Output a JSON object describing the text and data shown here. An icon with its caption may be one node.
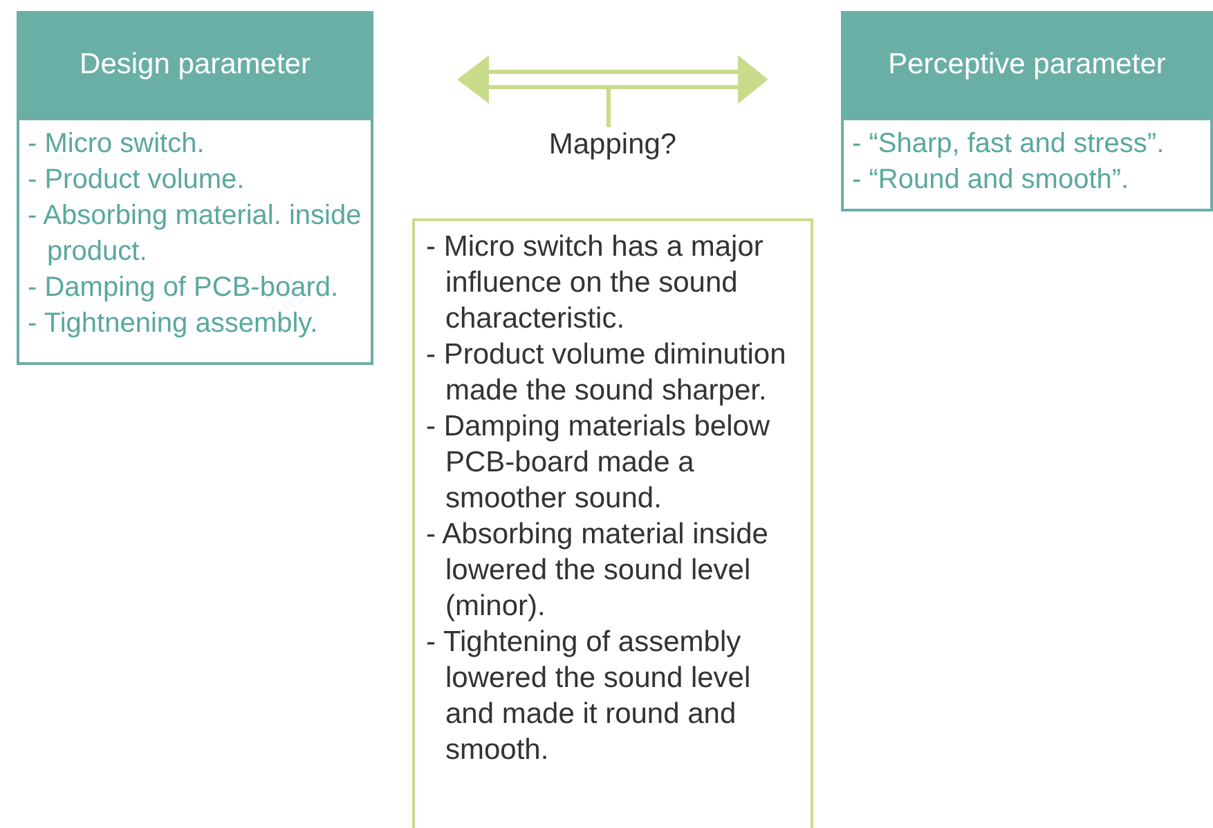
{
  "diagram": {
    "nodes": [
      {
        "text": [
          "Design parameter"
        ]
      },
      {
        "text": [
          "- Micro switch.",
          "- Product volume.",
          "- Absorbing material. inside product.",
          "- Damping of PCB-board.",
          "- Tightnening assembly."
        ]
      },
      {
        "text": [
          "Perceptive parameter"
        ]
      },
      {
        "text": [
          "- “Sharp, fast and stress”.",
          "- “Round and smooth”."
        ]
      },
      {
        "text": [
          "Mapping?",
          "- Micro switch has a major influence on the sound characteristic.",
          "- Product volume diminution made the sound sharper.",
          "- Damping materials below PCB-board made a smoother sound.",
          "- Absorbing material inside lowered the sound level (minor).",
          "- Tightening of assembly lowered the sound level and made it round and smooth."
        ]
      }
    ],
    "edges": []
  }
}
